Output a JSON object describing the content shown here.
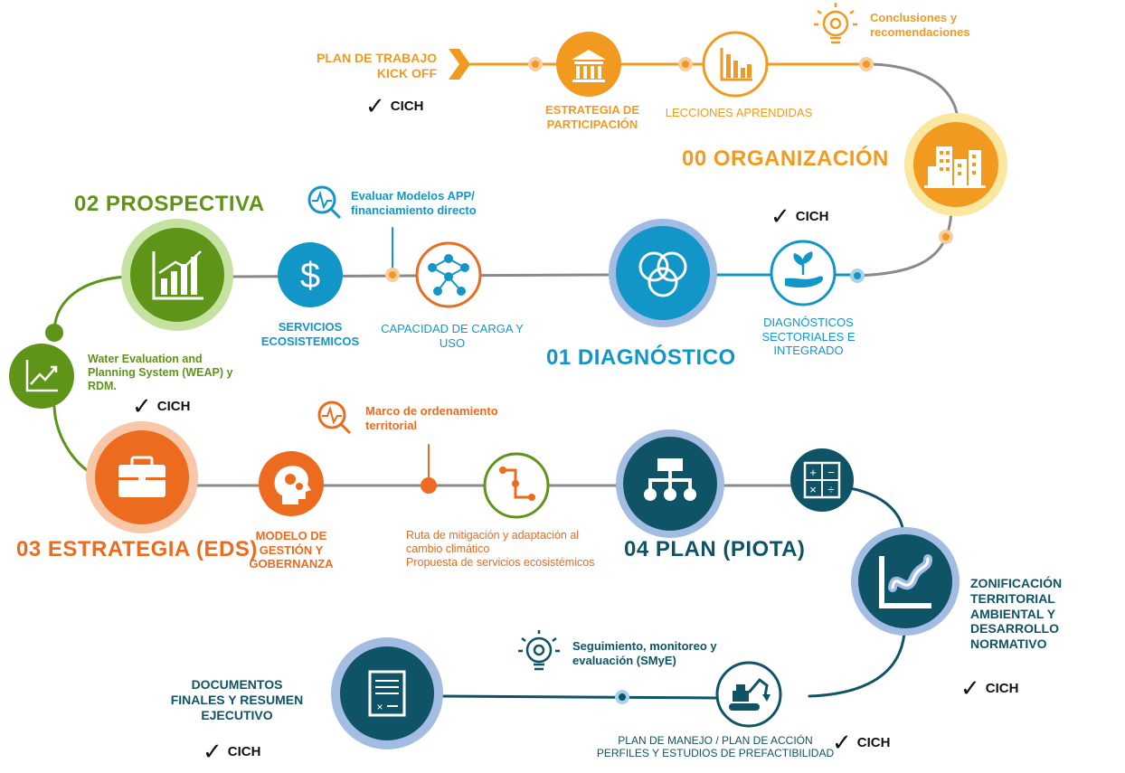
{
  "colors": {
    "organizacion": "#F29A1F",
    "diagnostico": "#1296C8",
    "prospectiva": "#5E9418",
    "estrategia": "#EC6B1E",
    "plan": "#0F5367",
    "line": "#8A8A8A"
  },
  "stages": {
    "organizacion": "00 ORGANIZACIÓN",
    "diagnostico": "01 DIAGNÓSTICO",
    "prospectiva": "02 PROSPECTIVA",
    "estrategia": "03 ESTRATEGIA (EDS)",
    "plan": "04 PLAN (PIOTA)"
  },
  "org": {
    "kickoff_line1": "PLAN DE TRABAJO",
    "kickoff_line2": "KICK OFF",
    "participacion_line1": "ESTRATEGIA DE",
    "participacion_line2": "PARTICIPACIÓN",
    "lecciones": "LECCIONES APRENDIDAS",
    "conclusiones_line1": "Conclusiones y",
    "conclusiones_line2": "recomendaciones"
  },
  "diag": {
    "sectoriales_line1": "DIAGNÓSTICOS",
    "sectoriales_line2": "SECTORIALES E",
    "sectoriales_line3": "INTEGRADO",
    "capacidad_line1": "CAPACIDAD DE CARGA Y",
    "capacidad_line2": "USO",
    "servicios_line1": "SERVICIOS",
    "servicios_line2": "ECOSISTEMICOS",
    "evaluar_line1": "Evaluar Modelos APP/",
    "evaluar_line2": "financiamiento directo"
  },
  "prosp": {
    "weap_line1": "Water Evaluation and",
    "weap_line2": "Planning System (WEAP) y",
    "weap_line3": "RDM."
  },
  "estr": {
    "modelo_line1": "MODELO DE",
    "modelo_line2": "GESTIÓN Y",
    "modelo_line3": "GOBERNANZA",
    "marco_line1": "Marco de ordenamiento",
    "marco_line2": "territorial",
    "ruta_line1": "Ruta de mitigación y adaptación al",
    "ruta_line2": "cambio climático",
    "ruta_line3": "Propuesta de servicios ecosistémicos"
  },
  "plan": {
    "zonif_line1": "ZONIFICACIÓN",
    "zonif_line2": "TERRITORIAL",
    "zonif_line3": "AMBIENTAL Y",
    "zonif_line4": "DESARROLLO",
    "zonif_line5": "NORMATIVO",
    "seguimiento_line1": "Seguimiento, monitoreo y",
    "seguimiento_line2": "evaluación (SMyE)",
    "manejo_line1": "PLAN DE MANEJO / PLAN DE ACCIÓN",
    "manejo_line2": "PERFILES Y ESTUDIOS DE PREFACTIBILIDAD",
    "docs_line1": "DOCUMENTOS",
    "docs_line2": "FINALES Y RESUMEN",
    "docs_line3": "EJECUTIVO"
  },
  "check_label": "CICH",
  "check_mark": "✓",
  "icons": [
    "arrow-chevron-icon",
    "bank-icon",
    "bar-chart-icon",
    "lightbulb-gear-icon",
    "buildings-icon",
    "hand-plant-icon",
    "venn-circles-icon",
    "network-people-icon",
    "dollar-icon",
    "magnifier-pulse-icon",
    "growth-chart-icon",
    "trend-chart-icon",
    "briefcase-icon",
    "head-gears-icon",
    "route-icon",
    "org-chart-icon",
    "calculator-icon",
    "zoning-map-icon",
    "excavator-icon",
    "document-icon"
  ]
}
